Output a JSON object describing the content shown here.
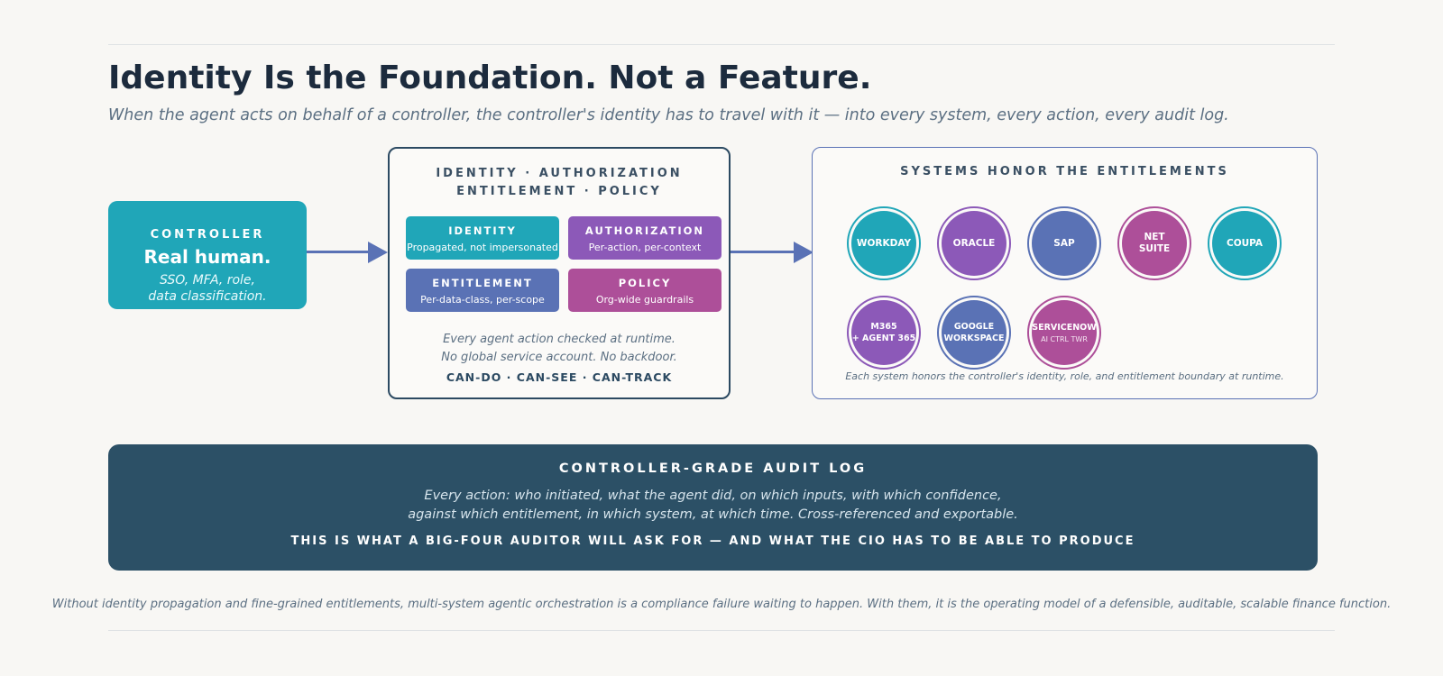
{
  "title": "Identity Is the Foundation. Not a Feature.",
  "subtitle": "When the agent acts on behalf of a controller, the controller's identity has to travel with it — into every system, every action, every audit log.",
  "controller": {
    "kicker": "CONTROLLER",
    "headline": "Real human.",
    "desc_line1": "SSO, MFA, role,",
    "desc_line2": "data classification."
  },
  "center": {
    "heading_line1": "IDENTITY · AUTHORIZATION",
    "heading_line2": "ENTITLEMENT · POLICY",
    "tiles": [
      {
        "label": "IDENTITY",
        "sub": "Propagated, not impersonated"
      },
      {
        "label": "AUTHORIZATION",
        "sub": "Per-action, per-context"
      },
      {
        "label": "ENTITLEMENT",
        "sub": "Per-data-class, per-scope"
      },
      {
        "label": "POLICY",
        "sub": "Org-wide guardrails"
      }
    ],
    "note_line1": "Every agent action checked at runtime.",
    "note_line2": "No global service account. No backdoor.",
    "tagline": "CAN-DO · CAN-SEE · CAN-TRACK"
  },
  "systems": {
    "heading": "SYSTEMS HONOR THE ENTITLEMENTS",
    "items": [
      {
        "line1": "WORKDAY"
      },
      {
        "line1": "ORACLE"
      },
      {
        "line1": "SAP"
      },
      {
        "line1": "NET",
        "line2": "SUITE"
      },
      {
        "line1": "COUPA"
      },
      {
        "line1": "M365",
        "line2": "+ AGENT 365"
      },
      {
        "line1": "GOOGLE",
        "line2": "WORKSPACE"
      },
      {
        "line1": "SERVICENOW",
        "sub": "AI CTRL TWR"
      }
    ],
    "footer": "Each system honors the controller's identity, role, and entitlement boundary at runtime."
  },
  "audit": {
    "heading": "CONTROLLER-GRADE AUDIT LOG",
    "body_line1": "Every action: who initiated, what the agent did, on which inputs, with which confidence,",
    "body_line2": "against which entitlement, in which system, at which time. Cross-referenced and exportable.",
    "footer": "THIS IS WHAT A BIG-FOUR AUDITOR WILL ASK FOR — AND WHAT THE CIO HAS TO BE ABLE TO PRODUCE"
  },
  "footnote": "Without identity propagation and fine-grained entitlements, multi-system agentic orchestration is a compliance failure waiting to happen. With them, it is the operating model of a defensible, auditable, scalable finance function.",
  "colors": {
    "teal": "#20a6b8",
    "purple": "#8c59b8",
    "blue": "#5a72b5",
    "magenta": "#ad4f99",
    "navy": "#2c5066",
    "title": "#1c2b3d"
  }
}
